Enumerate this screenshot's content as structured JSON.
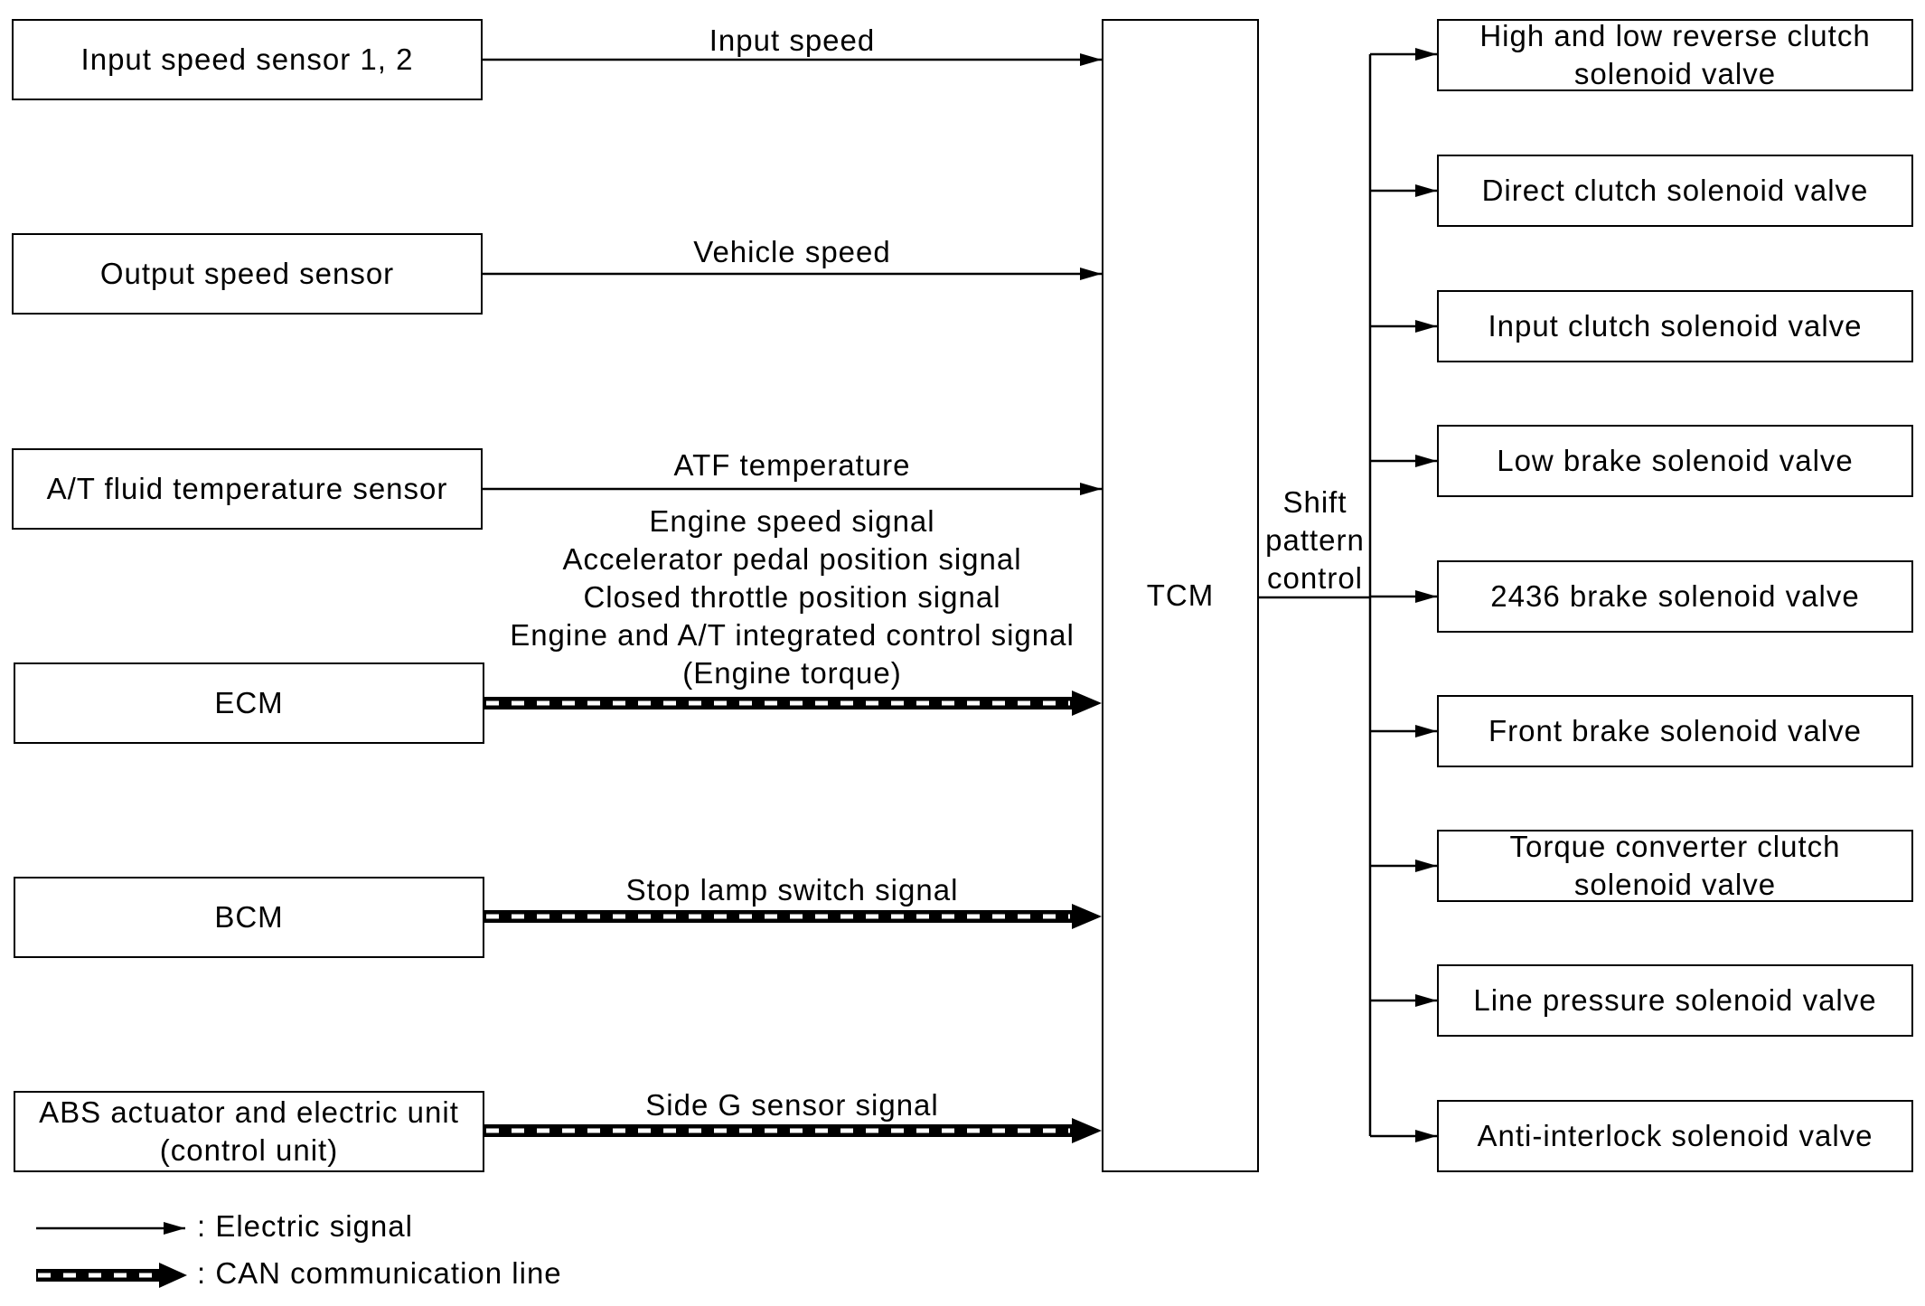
{
  "inputs": [
    {
      "label": "Input speed sensor 1, 2",
      "signal": "Input speed"
    },
    {
      "label": "Output speed sensor",
      "signal": "Vehicle speed"
    },
    {
      "label": "A/T fluid temperature sensor",
      "signal": "ATF temperature"
    }
  ],
  "ecm": {
    "label": "ECM",
    "signals": [
      "Engine speed signal",
      "Accelerator pedal position signal",
      "Closed throttle position signal",
      "Engine and A/T integrated control signal",
      "(Engine torque)"
    ]
  },
  "bcm": {
    "label": "BCM",
    "signal": "Stop lamp switch signal"
  },
  "abs": {
    "line1": "ABS actuator and electric unit",
    "line2": "(control unit)",
    "signal": "Side G sensor signal"
  },
  "tcm": {
    "label": "TCM"
  },
  "output_label": {
    "line1": "Shift",
    "line2": "pattern",
    "line3": "control"
  },
  "outputs": [
    {
      "line1": "High and low reverse clutch",
      "line2": "solenoid valve"
    },
    {
      "line1": "Direct clutch solenoid valve"
    },
    {
      "line1": "Input clutch solenoid valve"
    },
    {
      "line1": "Low brake solenoid valve"
    },
    {
      "line1": "2436 brake solenoid valve"
    },
    {
      "line1": "Front brake solenoid valve"
    },
    {
      "line1": "Torque converter clutch",
      "line2": "solenoid valve"
    },
    {
      "line1": "Line pressure solenoid valve"
    },
    {
      "line1": "Anti-interlock solenoid valve"
    }
  ],
  "legend": {
    "electric": ": Electric signal",
    "can": ": CAN communication line"
  }
}
